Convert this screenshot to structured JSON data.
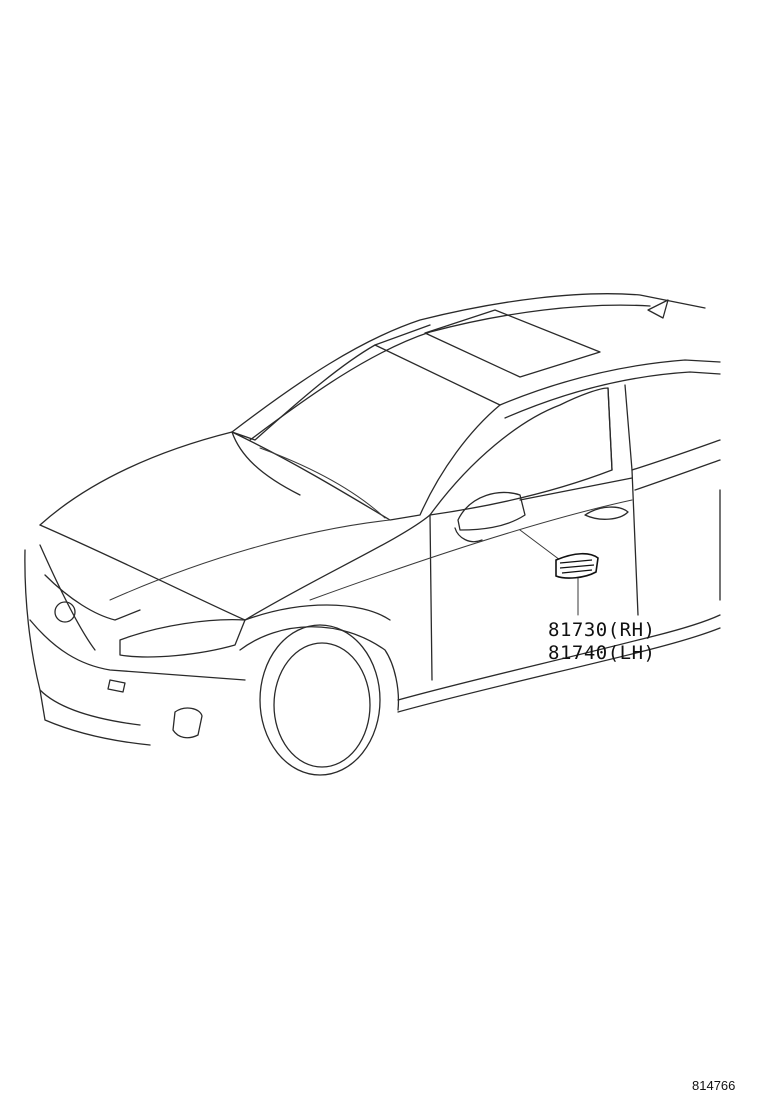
{
  "callouts": [
    {
      "part_number": "81730",
      "side": "(RH)"
    },
    {
      "part_number": "81740",
      "side": "(LH)"
    }
  ],
  "diagram_ref": "814766",
  "icons": {
    "vehicle": "sedan-outline-icon",
    "part": "side-turn-signal-lamp-icon"
  }
}
